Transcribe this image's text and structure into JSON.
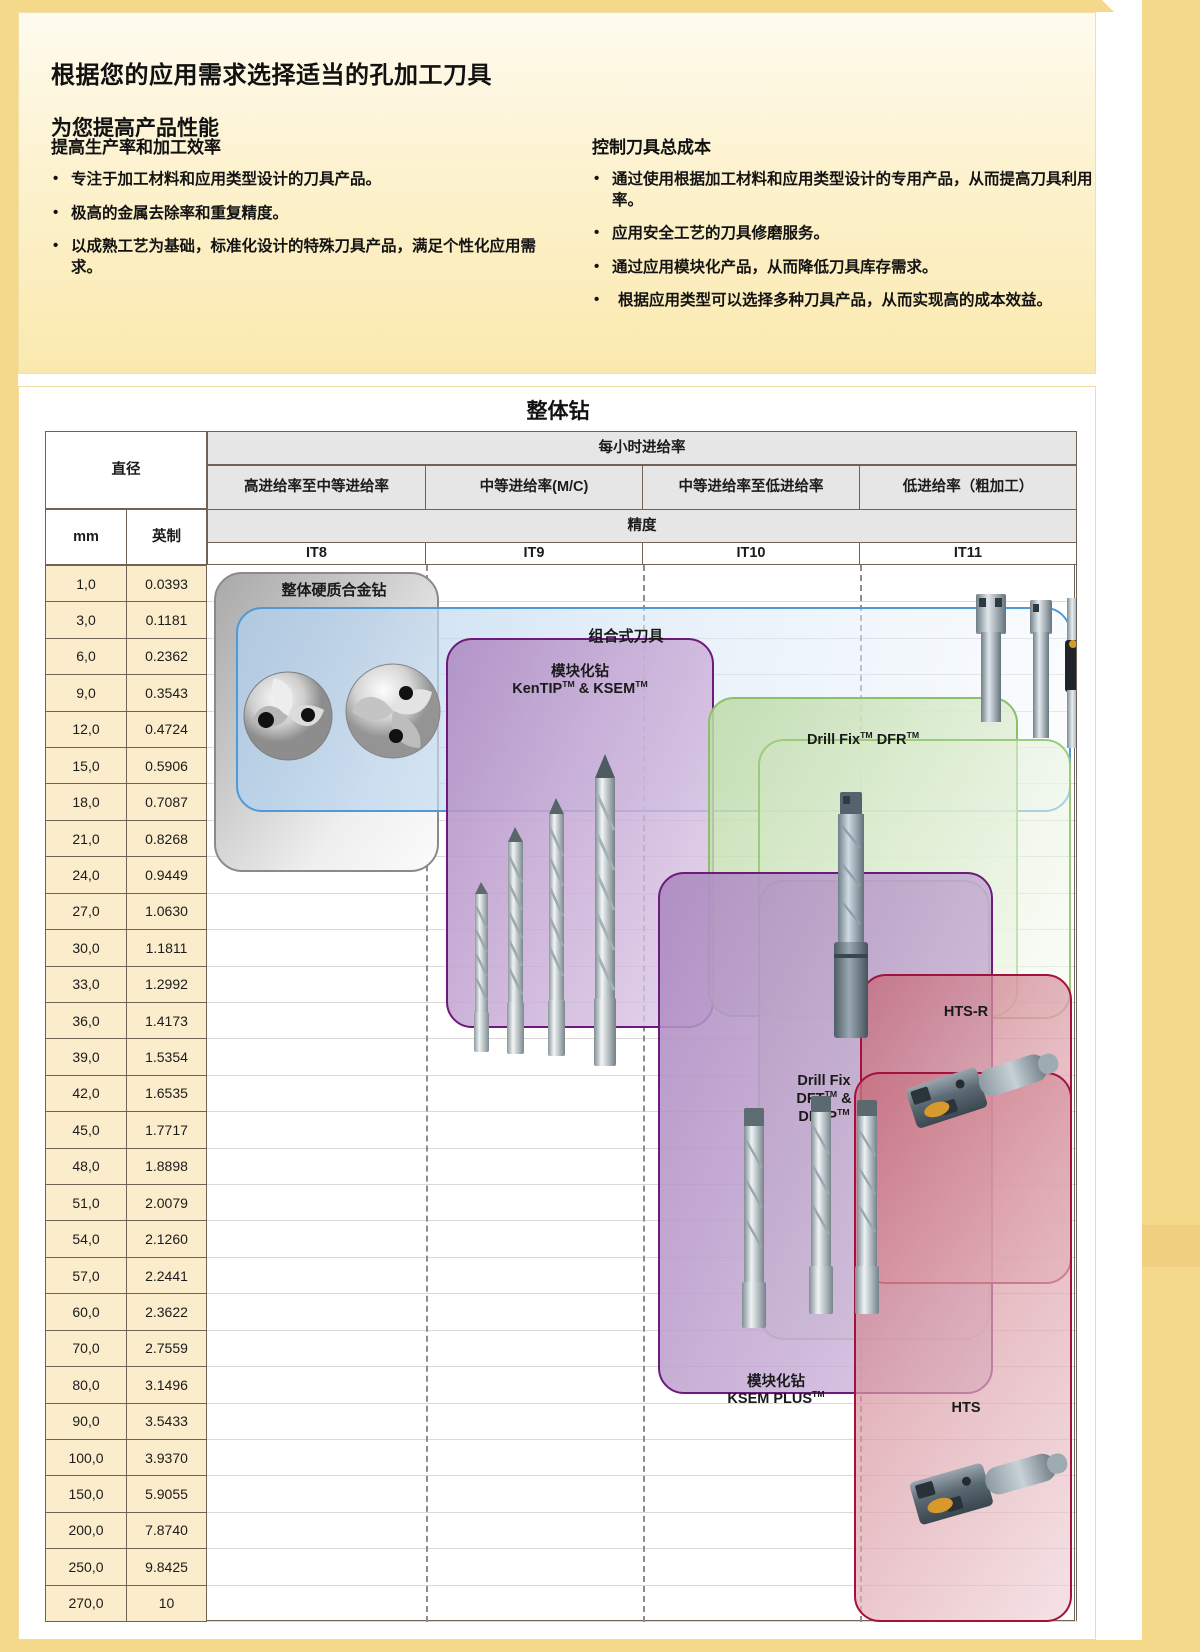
{
  "intro": {
    "heading": "根据您的应用需求选择适当的孔加工刀具",
    "subheading": "为您提高产品性能",
    "left": {
      "title": "提高生产率和加工效率",
      "bullets": [
        "专注于加工材料和应用类型设计的刀具产品。",
        "极高的金属去除率和重复精度。",
        "以成熟工艺为基础，标准化设计的特殊刀具产品，满足个性化应用需求。"
      ]
    },
    "right": {
      "title": "控制刀具总成本",
      "bullets": [
        "通过使用根据加工材料和应用类型设计的专用产品，从而提高刀具利用率。",
        "应用安全工艺的刀具修磨服务。",
        "通过应用模块化产品，从而降低刀具库存需求。",
        " 根据应用类型可以选择多种刀具产品，从而实现高的成本效益。"
      ]
    }
  },
  "chart": {
    "title": "整体钻",
    "header": {
      "diameter": "直径",
      "unit_mm": "mm",
      "unit_inch": "英制",
      "feed_rate": "每小时进给率",
      "accuracy": "精度",
      "feed_cols": [
        "高进给率至中等进给率",
        "中等进给率(M/C)",
        "中等进给率至低进给率",
        "低进给率（粗加工）"
      ],
      "accuracy_cols": [
        "IT8",
        "IT9",
        "IT10",
        "IT11"
      ]
    },
    "rows": [
      {
        "mm": "1,0",
        "inch": "0.0393"
      },
      {
        "mm": "3,0",
        "inch": "0.1181"
      },
      {
        "mm": "6,0",
        "inch": "0.2362"
      },
      {
        "mm": "9,0",
        "inch": "0.3543"
      },
      {
        "mm": "12,0",
        "inch": "0.4724"
      },
      {
        "mm": "15,0",
        "inch": "0.5906"
      },
      {
        "mm": "18,0",
        "inch": "0.7087"
      },
      {
        "mm": "21,0",
        "inch": "0.8268"
      },
      {
        "mm": "24,0",
        "inch": "0.9449"
      },
      {
        "mm": "27,0",
        "inch": "1.0630"
      },
      {
        "mm": "30,0",
        "inch": "1.1811"
      },
      {
        "mm": "33,0",
        "inch": "1.2992"
      },
      {
        "mm": "36,0",
        "inch": "1.4173"
      },
      {
        "mm": "39,0",
        "inch": "1.5354"
      },
      {
        "mm": "42,0",
        "inch": "1.6535"
      },
      {
        "mm": "45,0",
        "inch": "1.7717"
      },
      {
        "mm": "48,0",
        "inch": "1.8898"
      },
      {
        "mm": "51,0",
        "inch": "2.0079"
      },
      {
        "mm": "54,0",
        "inch": "2.1260"
      },
      {
        "mm": "57,0",
        "inch": "2.2441"
      },
      {
        "mm": "60,0",
        "inch": "2.3622"
      },
      {
        "mm": "70,0",
        "inch": "2.7559"
      },
      {
        "mm": "80,0",
        "inch": "3.1496"
      },
      {
        "mm": "90,0",
        "inch": "3.5433"
      },
      {
        "mm": "100,0",
        "inch": "3.9370"
      },
      {
        "mm": "150,0",
        "inch": "5.9055"
      },
      {
        "mm": "200,0",
        "inch": "7.8740"
      },
      {
        "mm": "250,0",
        "inch": "9.8425"
      },
      {
        "mm": "270,0",
        "inch": "10"
      }
    ],
    "regions": [
      {
        "id": "solid-carbide",
        "label_html": "整体硬质合金钻",
        "color": "#9b9b9b"
      },
      {
        "id": "modular-assembled",
        "label_html": "组合式刀具",
        "color": "#4f9ad6"
      },
      {
        "id": "kentip-ksem",
        "label_line1": "模块化钻",
        "label_line2": "KenTIP<sup class=\"tm\">TM</sup> &amp; KSEM<sup class=\"tm\">TM</sup>",
        "color": "#6d1b7b"
      },
      {
        "id": "drill-fix-dfr",
        "label_html": "Drill Fix<sup class=\"tm\">TM</sup> DFR<sup class=\"tm\">TM</sup>",
        "color": "#8cbf6a"
      },
      {
        "id": "drill-fix-dft-dfsp",
        "label_line1": "Drill Fix",
        "label_line2": "DFT<sup class=\"tm\">TM</sup> &amp;",
        "label_line3": "DFSP<sup class=\"tm\">TM</sup>",
        "color": "#6d1b7b"
      },
      {
        "id": "ksem-plus",
        "label_line1": "模块化钻",
        "label_line2": "KSEM PLUS<sup class=\"tm\">TM</sup>",
        "color": "#6d1b7b"
      },
      {
        "id": "hts-r",
        "label_html": "HTS-R",
        "color": "#a3123f"
      },
      {
        "id": "hts",
        "label_html": "HTS",
        "color": "#a3123f"
      }
    ]
  },
  "chart_data": {
    "type": "table",
    "title": "整体钻",
    "xlabel": "每小时进给率 / 精度",
    "ylabel": "直径",
    "categories": [
      "IT8",
      "IT9",
      "IT10",
      "IT11"
    ],
    "feed_categories": [
      "高进给率至中等进给率",
      "中等进给率(M/C)",
      "中等进给率至低进给率",
      "低进给率（粗加工）"
    ],
    "y_mm": [
      1.0,
      3.0,
      6.0,
      9.0,
      12.0,
      15.0,
      18.0,
      21.0,
      24.0,
      27.0,
      30.0,
      33.0,
      36.0,
      39.0,
      42.0,
      45.0,
      48.0,
      51.0,
      54.0,
      57.0,
      60.0,
      70.0,
      80.0,
      90.0,
      100.0,
      150.0,
      200.0,
      250.0,
      270.0
    ],
    "y_inch": [
      0.0393,
      0.1181,
      0.2362,
      0.3543,
      0.4724,
      0.5906,
      0.7087,
      0.8268,
      0.9449,
      1.063,
      1.1811,
      1.2992,
      1.4173,
      1.5354,
      1.6535,
      1.7717,
      1.8898,
      2.0079,
      2.126,
      2.2441,
      2.3622,
      2.7559,
      3.1496,
      3.5433,
      3.937,
      5.9055,
      7.874,
      9.8425,
      10
    ],
    "series": [
      {
        "name": "整体硬质合金钻",
        "it_range": [
          "IT8",
          "IT9"
        ],
        "mm_range": [
          1.0,
          24.0
        ]
      },
      {
        "name": "组合式刀具",
        "it_range": [
          "IT8",
          "IT11"
        ],
        "mm_range": [
          3.0,
          21.0
        ]
      },
      {
        "name": "模块化钻 KenTIP & KSEM",
        "it_range": [
          "IT9",
          "IT10"
        ],
        "mm_range": [
          6.0,
          39.0
        ]
      },
      {
        "name": "Drill Fix DFR",
        "it_range": [
          "IT10",
          "IT11"
        ],
        "mm_range": [
          12.0,
          42.0
        ]
      },
      {
        "name": "Drill Fix DFT & DFSP",
        "it_range": [
          "IT10",
          "IT11"
        ],
        "mm_range": [
          30.0,
          100.0
        ]
      },
      {
        "name": "模块化钻 KSEM PLUS",
        "it_range": [
          "IT10"
        ],
        "mm_range": [
          30.0,
          100.0
        ]
      },
      {
        "name": "HTS-R",
        "it_range": [
          "IT11"
        ],
        "mm_range": [
          39.0,
          60.0
        ]
      },
      {
        "name": "HTS",
        "it_range": [
          "IT11"
        ],
        "mm_range": [
          45.0,
          270.0
        ]
      }
    ],
    "grid": true,
    "legend": "in-plot labels"
  }
}
